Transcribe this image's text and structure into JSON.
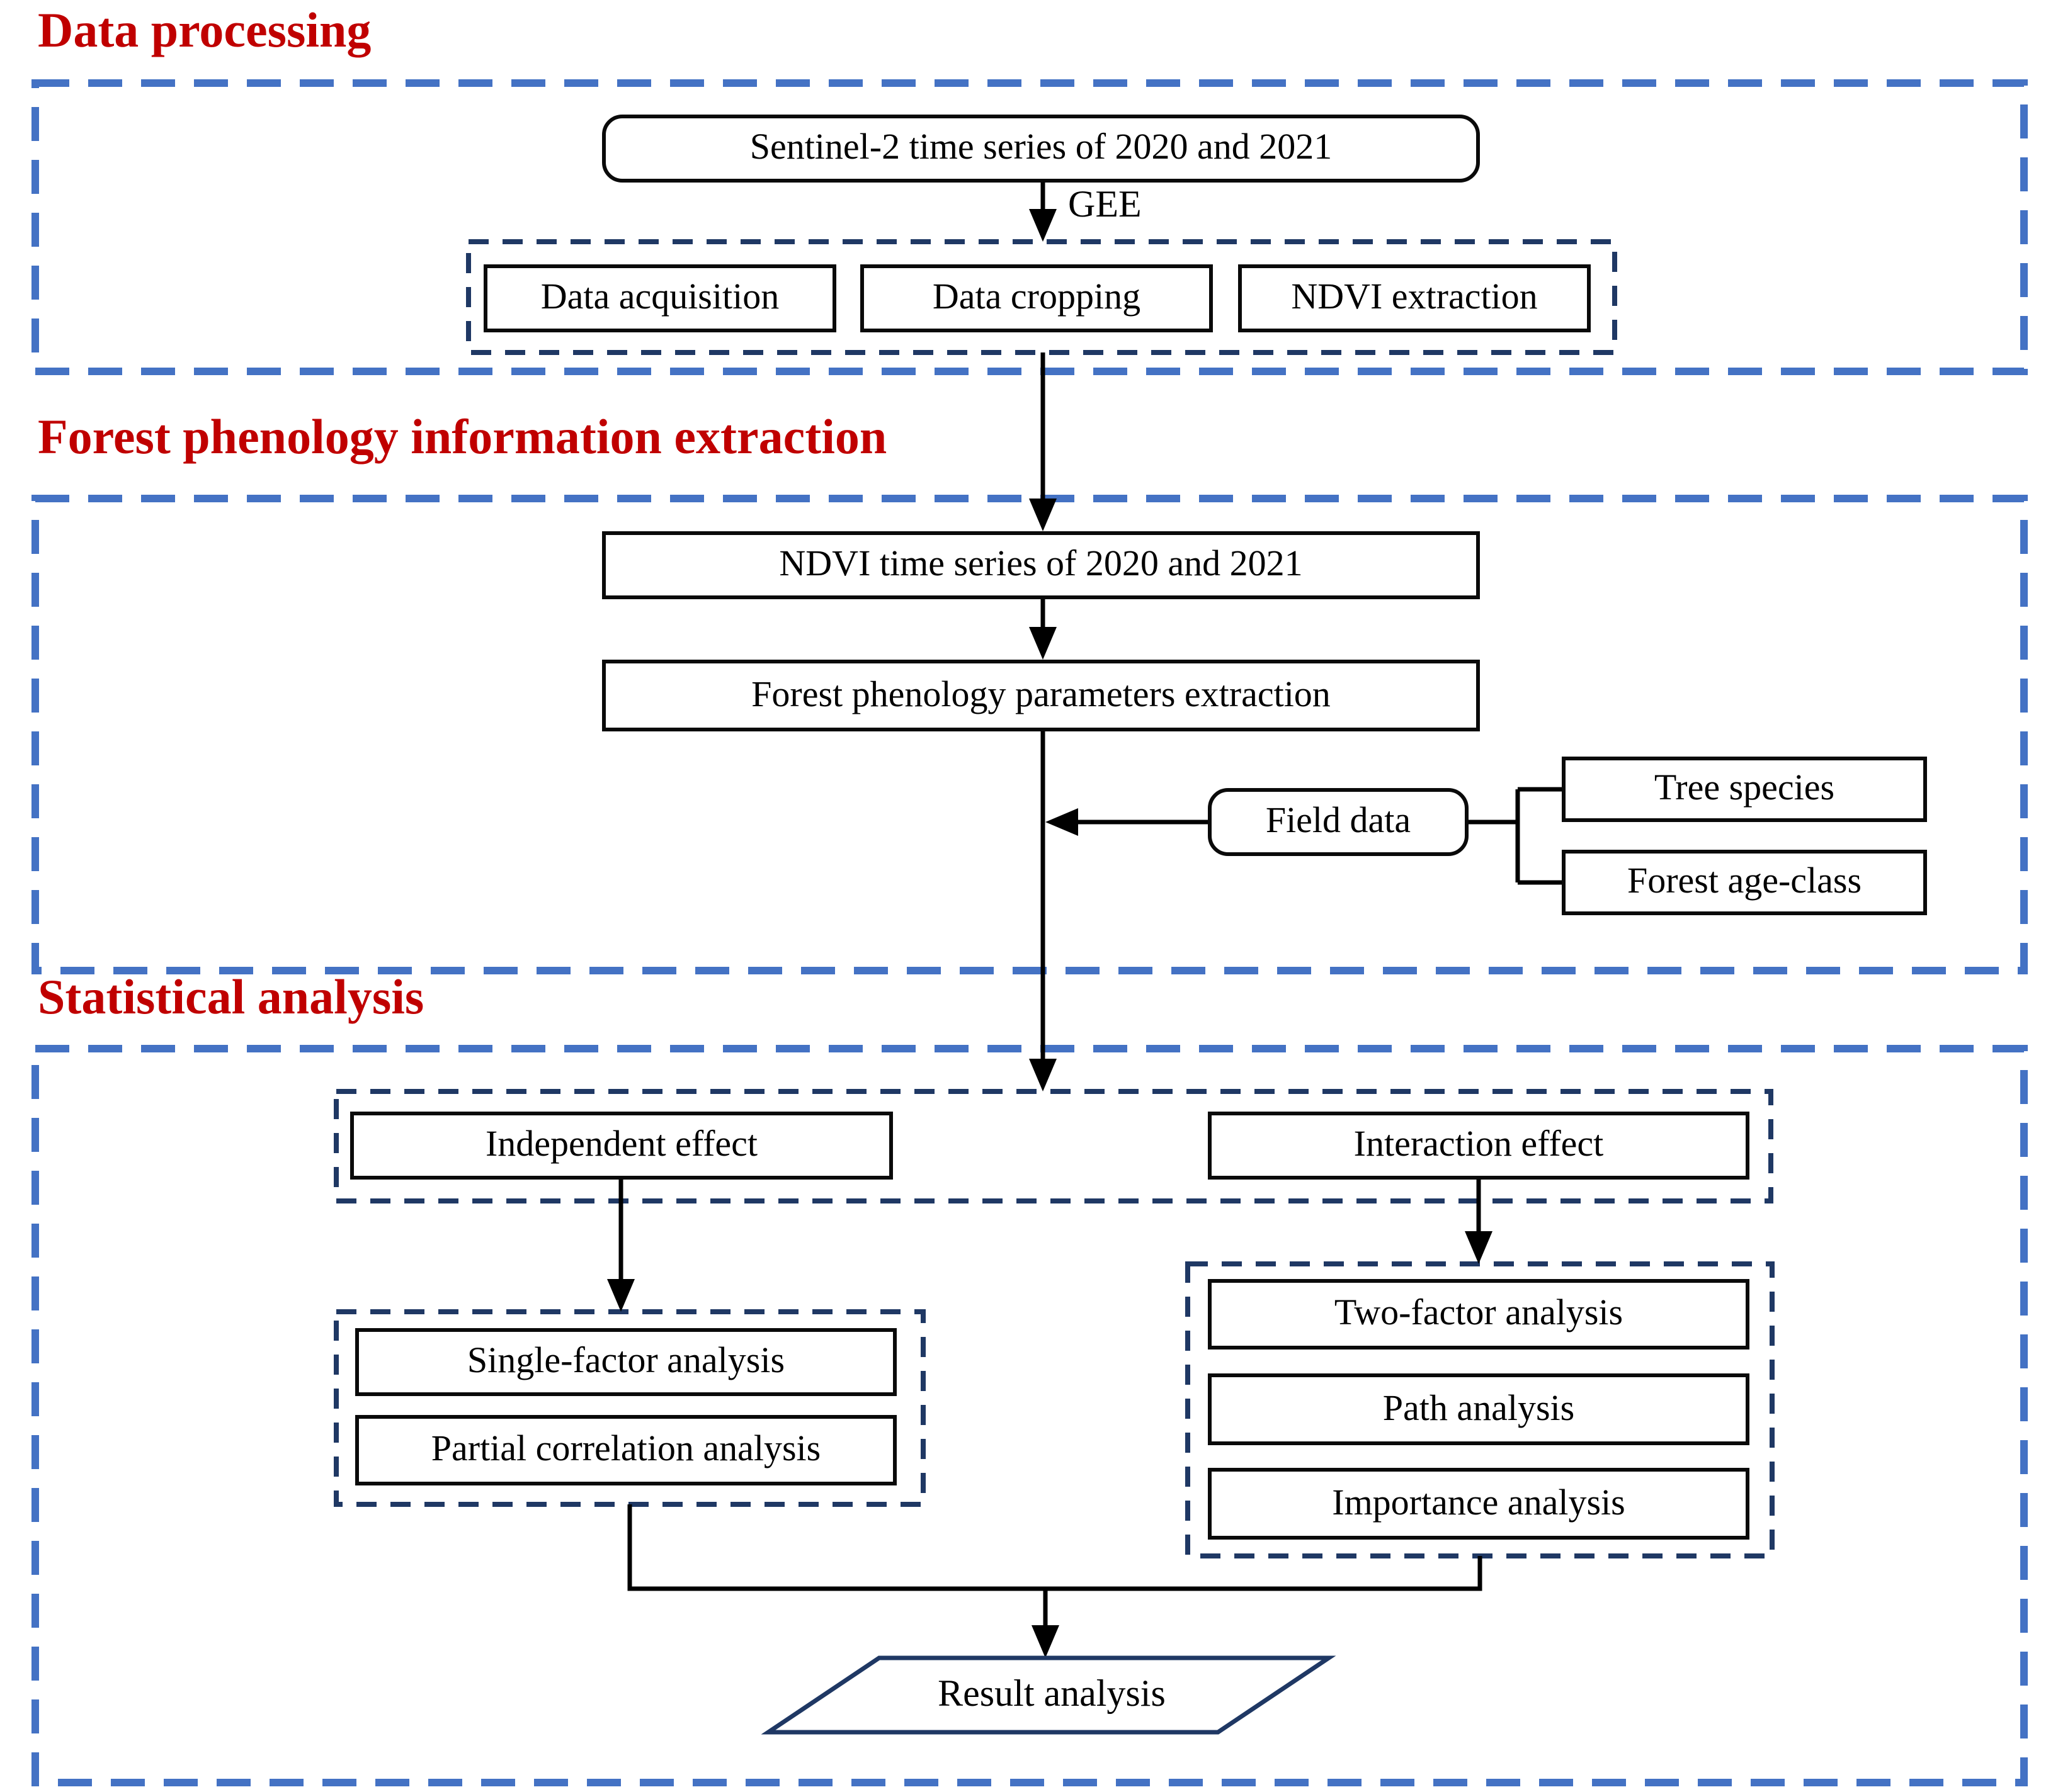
{
  "figure": {
    "type": "flowchart",
    "description": "Research workflow diagram with three sections"
  },
  "colors": {
    "section_title": "#c00000",
    "outer_dashed_border": "#4472c4",
    "inner_dashed_border": "#1f3864",
    "box_border": "#0a0a0a",
    "connector": "#000000",
    "parallelogram_border": "#1f3864",
    "background": "#ffffff"
  },
  "sections": {
    "data_processing": {
      "title": "Data processing"
    },
    "phenology_extraction": {
      "title": "Forest phenology information extraction"
    },
    "statistical_analysis": {
      "title": "Statistical analysis"
    }
  },
  "labels": {
    "gee": "GEE"
  },
  "nodes": {
    "sentinel": {
      "label": "Sentinel-2 time series of 2020 and 2021"
    },
    "data_acquisition": {
      "label": "Data acquisition"
    },
    "data_cropping": {
      "label": "Data cropping"
    },
    "ndvi_extraction": {
      "label": "NDVI extraction"
    },
    "ndvi_time_series": {
      "label": "NDVI time series of 2020 and 2021"
    },
    "phenology_parameters": {
      "label": "Forest phenology parameters extraction"
    },
    "field_data": {
      "label": "Field data"
    },
    "tree_species": {
      "label": "Tree species"
    },
    "forest_age_class": {
      "label": "Forest age-class"
    },
    "independent_effect": {
      "label": "Independent effect"
    },
    "interaction_effect": {
      "label": "Interaction effect"
    },
    "single_factor": {
      "label": "Single-factor analysis"
    },
    "partial_correlation": {
      "label": "Partial correlation analysis"
    },
    "two_factor": {
      "label": "Two-factor analysis"
    },
    "path_analysis": {
      "label": "Path analysis"
    },
    "importance_analysis": {
      "label": "Importance analysis"
    },
    "result_analysis": {
      "label": "Result analysis"
    }
  }
}
